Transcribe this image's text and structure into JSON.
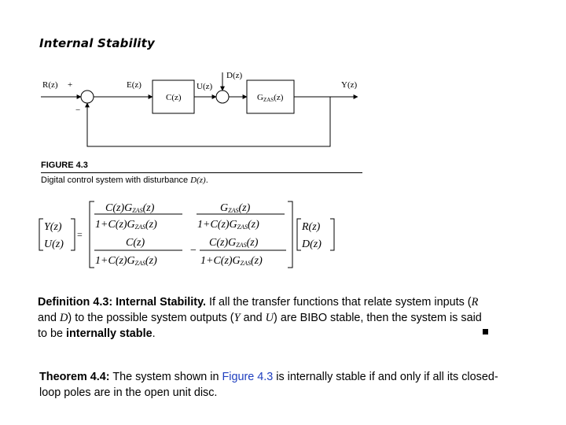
{
  "title": "Internal Stability",
  "figure": {
    "signals": {
      "R": "R(z)",
      "plus": "+",
      "minus": "−",
      "E": "E(z)",
      "U": "U(z)",
      "D": "D(z)",
      "Y": "Y(z)"
    },
    "blocks": {
      "controller": "C(z)",
      "plant_main": "G",
      "plant_sub": "ZAS",
      "plant_arg": "(z)"
    },
    "label": "FIGURE 4.3",
    "caption_prefix": "Digital control system with disturbance ",
    "caption_var": "D(z)",
    "caption_suffix": "."
  },
  "matrix_equation": {
    "lhs": [
      "Y(z)",
      "U(z)"
    ],
    "equals": "=",
    "rhs_vector": [
      "R(z)",
      "D(z)"
    ],
    "entries": {
      "e11_num": "C(z)G",
      "e11_num_sub": "ZAS",
      "e11_num_arg": "(z)",
      "e11_den": "1+C(z)G",
      "e11_den_sub": "ZAS",
      "e11_den_arg": "(z)",
      "e12_num": "G",
      "e12_num_sub": "ZAS",
      "e12_num_arg": "(z)",
      "e12_den": "1+C(z)G",
      "e12_den_sub": "ZAS",
      "e12_den_arg": "(z)",
      "e21_num": "C(z)",
      "e21_den": "1+C(z)G",
      "e21_den_sub": "ZAS",
      "e21_den_arg": "(z)",
      "e22_sign": "−",
      "e22_num": "C(z)G",
      "e22_num_sub": "ZAS",
      "e22_num_arg": "(z)",
      "e22_den": "1+C(z)G",
      "e22_den_sub": "ZAS",
      "e22_den_arg": "(z)"
    }
  },
  "definition": {
    "heading": "Definition 4.3:  Internal Stability.",
    "t1": " If all the transfer functions that relate system inputs (",
    "v1": "R",
    "t2": " and ",
    "v2": "D",
    "t3": ") to the possible system outputs (",
    "v3": "Y",
    "t4": " and ",
    "v4": "U",
    "t5": ") are BIBO stable, then the system is said to be ",
    "bold_term": "internally stable",
    "t6": "."
  },
  "theorem": {
    "heading": "Theorem 4.4:",
    "t1": " The system shown in ",
    "link": "Figure 4.3",
    "t2": " is internally stable if and only if all its closed-loop poles are in the open unit disc."
  }
}
